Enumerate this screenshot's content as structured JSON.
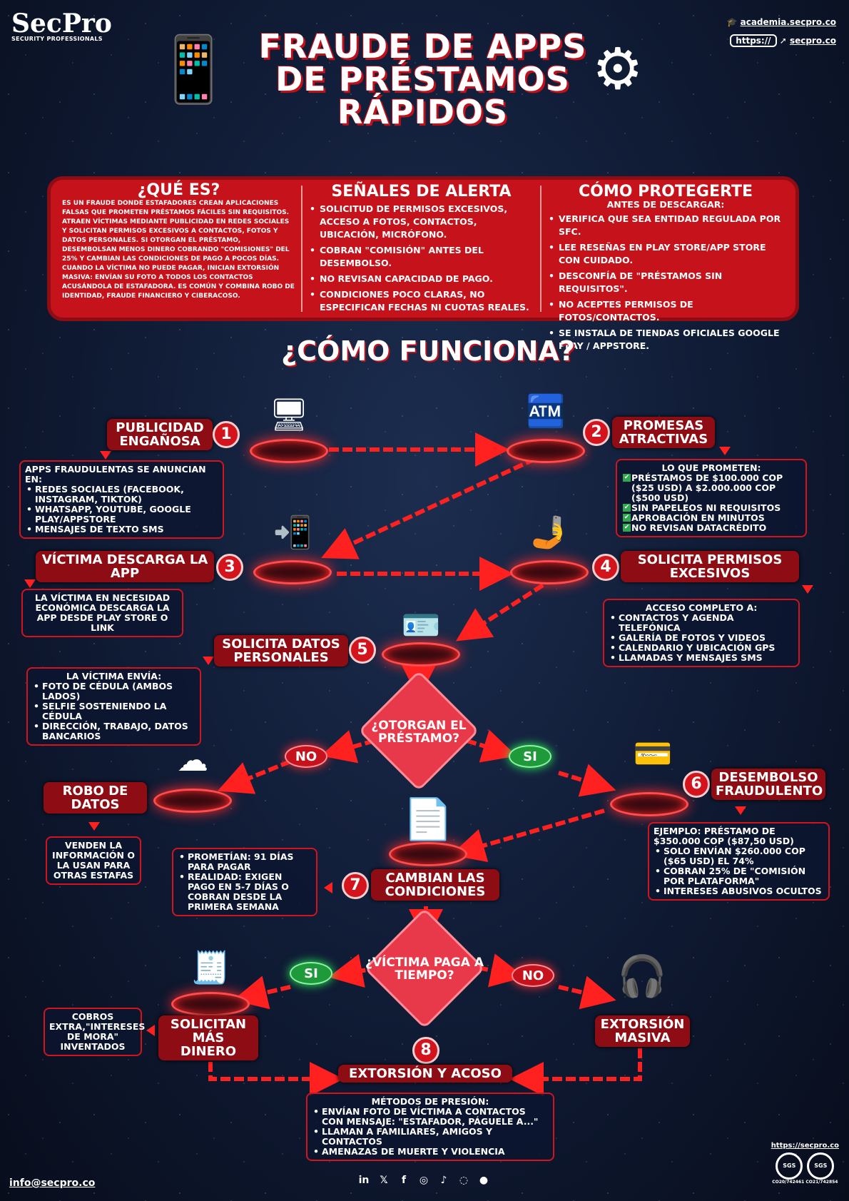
{
  "logo": {
    "name": "SecPro",
    "tagline": "SECURITY PROFESSIONALS"
  },
  "header_links": {
    "academy": "academia.secpro.co",
    "https_label": "https://",
    "site": "secpro.co"
  },
  "title": [
    "FRAUDE DE APPS",
    "DE PRÉSTAMOS",
    "RÁPIDOS"
  ],
  "info": {
    "what": {
      "title": "¿QUÉ ES?",
      "text": "ES UN FRAUDE DONDE ESTAFADORES CREAN APLICACIONES FALSAS QUE PROMETEN PRÉSTAMOS FÁCILES SIN REQUISITOS. ATRAEN VÍCTIMAS MEDIANTE PUBLICIDAD EN REDES SOCIALES Y SOLICITAN PERMISOS EXCESIVOS A CONTACTOS, FOTOS Y DATOS PERSONALES. SI OTORGAN EL PRÉSTAMO, DESEMBOLSAN MENOS DINERO COBRANDO \"COMISIONES\" DEL 25% Y CAMBIAN LAS CONDICIONES DE PAGO A POCOS DÍAS. CUANDO LA VÍCTIMA NO PUEDE PAGAR, INICIAN EXTORSIÓN MASIVA: ENVÍAN SU FOTO A TODOS LOS CONTACTOS ACUSÁNDOLA DE ESTAFADORA. ES COMÚN Y COMBINA ROBO DE IDENTIDAD, FRAUDE FINANCIERO Y CIBERACOSO."
    },
    "alerts": {
      "title": "SEÑALES DE ALERTA",
      "items": [
        "SOLICITUD DE PERMISOS EXCESIVOS, ACCESO A FOTOS, CONTACTOS, UBICACIÓN, MICRÓFONO.",
        "COBRAN \"COMISIÓN\" ANTES DEL DESEMBOLSO.",
        "NO REVISAN CAPACIDAD DE PAGO.",
        "CONDICIONES POCO CLARAS, NO ESPECIFICAN FECHAS NI CUOTAS REALES."
      ]
    },
    "protect": {
      "title": "CÓMO PROTEGERTE",
      "subtitle": "ANTES DE DESCARGAR:",
      "items": [
        "VERIFICA QUE SEA ENTIDAD REGULADA POR SFC.",
        "LEE RESEÑAS EN PLAY STORE/APP STORE CON CUIDADO.",
        "DESCONFÍA DE \"PRÉSTAMOS SIN REQUISITOS\".",
        "NO ACEPTES PERMISOS DE FOTOS/CONTACTOS.",
        "SE INSTALA DE TIENDAS OFICIALES GOOGLE PLAY / APPSTORE."
      ]
    }
  },
  "how_title": "¿CÓMO FUNCIONA?",
  "steps": [
    {
      "n": "1",
      "label": "PUBLICIDAD ENGAÑOSA",
      "heading": "APPS FRAUDULENTAS SE ANUNCIAN EN:",
      "items": [
        "REDES SOCIALES (FACEBOOK, INSTAGRAM, TIKTOK)",
        "WHATSAPP, YOUTUBE, GOOGLE PLAY/APPSTORE",
        "MENSAJES DE TEXTO SMS"
      ]
    },
    {
      "n": "2",
      "label": "PROMESAS ATRACTIVAS",
      "heading": "LO QUE PROMETEN:",
      "items": [
        "PRÉSTAMOS DE $100.000 COP ($25 USD) A $2.000.000 COP ($500 USD)",
        "SIN PAPELEOS NI REQUISITOS",
        "APROBACIÓN EN MINUTOS",
        "NO REVISAN DATACRÉDITO"
      ]
    },
    {
      "n": "3",
      "label": "VÍCTIMA DESCARGA LA APP",
      "text": "LA VÍCTIMA EN NECESIDAD ECONÓMICA DESCARGA LA APP DESDE PLAY STORE O LINK"
    },
    {
      "n": "4",
      "label": "SOLICITA PERMISOS EXCESIVOS",
      "heading": "ACCESO COMPLETO A:",
      "items": [
        "CONTACTOS Y AGENDA TELEFÓNICA",
        "GALERÍA DE FOTOS Y VIDEOS",
        "CALENDARIO Y UBICACIÓN GPS",
        "LLAMADAS Y MENSAJES SMS"
      ]
    },
    {
      "n": "5",
      "label": "SOLICITA DATOS PERSONALES",
      "heading": "LA VÍCTIMA ENVÍA:",
      "items": [
        "FOTO DE CÉDULA (AMBOS LADOS)",
        "SELFIE SOSTENIENDO LA CÉDULA",
        "DIRECCIÓN, TRABAJO, DATOS BANCARIOS"
      ]
    },
    {
      "n": "6",
      "label": "DESEMBOLSO FRAUDULENTO",
      "heading": "EJEMPLO: PRÉSTAMO DE $350.000 COP ($87,50 USD)",
      "items": [
        "SOLO ENVÍAN $260.000 COP ($65 USD) EL 74%",
        "COBRAN 25% DE \"COMISIÓN POR PLATAFORMA\"",
        "INTERESES ABUSIVOS OCULTOS"
      ]
    },
    {
      "n": "7",
      "label": "CAMBIAN LAS CONDICIONES",
      "items": [
        "PROMETÍAN: 91 DÍAS PARA PAGAR",
        "REALIDAD: EXIGEN PAGO EN 5-7 DÍAS O COBRAN DESDE LA PRIMERA SEMANA"
      ]
    },
    {
      "n": "8",
      "label": "EXTORSIÓN Y ACOSO",
      "heading": "MÉTODOS DE PRESIÓN:",
      "items": [
        "ENVÍAN FOTO DE VÍCTIMA A CONTACTOS CON MENSAJE: \"ESTAFADOR, PÁGUELE A...\"",
        "LLAMAN A FAMILIARES, AMIGOS Y CONTACTOS",
        "AMENAZAS DE MUERTE Y VIOLENCIA"
      ]
    }
  ],
  "decision1": {
    "question": "¿OTORGAN EL PRÉSTAMO?",
    "no": "NO",
    "yes": "SI"
  },
  "robo": {
    "label": "ROBO DE DATOS",
    "text": "VENDEN LA INFORMACIÓN O LA USAN PARA OTRAS ESTAFAS"
  },
  "decision2": {
    "question": "¿VÍCTIMA PAGA A TIEMPO?",
    "no": "NO",
    "yes": "SI"
  },
  "more_money": {
    "label": "SOLICITAN MÁS DINERO",
    "text": "COBROS EXTRA,\"INTERESES DE MORA\" INVENTADOS"
  },
  "mass_extortion": {
    "label": "EXTORSIÓN MASIVA"
  },
  "footer": {
    "email": "info@secpro.co",
    "site": "https://secpro.co",
    "social": [
      "in",
      "𝕏",
      "f",
      "◎",
      "♪",
      "◌",
      "●"
    ],
    "badges": [
      "SGS",
      "SGS"
    ],
    "badge_codes": [
      "CO20/742461",
      "CO21/742854"
    ]
  },
  "colors": {
    "accent": "#d3141d",
    "dark_red": "#8e0d14",
    "background": "#0f1a33",
    "yes": "#1f9a3b"
  }
}
